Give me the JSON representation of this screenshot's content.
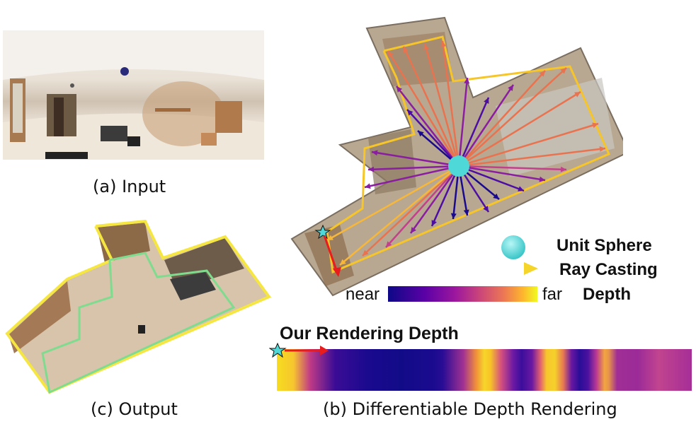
{
  "captions": {
    "input": "(a) Input",
    "output": "(c) Output",
    "rendering": "(b) Differentiable Depth Rendering"
  },
  "legend": {
    "unit_sphere": "Unit Sphere",
    "ray_casting": "Ray Casting",
    "near": "near",
    "far": "far",
    "depth": "Depth"
  },
  "strip_title": "Our Rendering Depth",
  "colors": {
    "wall_outline": "#f5e642",
    "floor_outline": "#7fdc8f",
    "sphere": "#4fd8d8",
    "start_arrow": "#e81c1c",
    "near": "#0d0887",
    "far": "#f0f921"
  }
}
